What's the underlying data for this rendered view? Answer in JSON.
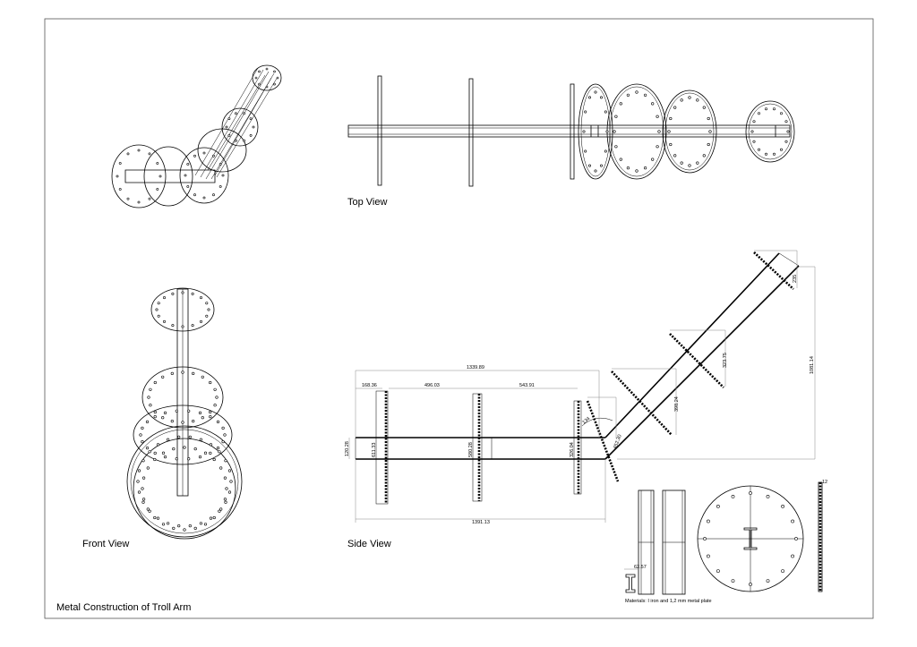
{
  "drawing": {
    "title": "Metal Construction of Troll Arm",
    "materials_note": "Materials: I iron and 1,2 mm metal plate"
  },
  "views": {
    "top": "Top View",
    "front": "Front View",
    "side": "Side View"
  },
  "dimensions": {
    "overall_upper": "1339.89",
    "seg1": "168.36",
    "seg2": "496.03",
    "seg3": "543.91",
    "overall_lower": "1391.13",
    "beam_height": "120.28",
    "plate1": "611.33",
    "plate2": "580.28",
    "plate3": "326.04",
    "angle": "134",
    "plate4": "452.30",
    "plate5": "398.24",
    "plate6": "323.75",
    "plate7": "235",
    "rise": "1081.14",
    "beam_flange": "62.57",
    "plate_thickness": "12"
  }
}
